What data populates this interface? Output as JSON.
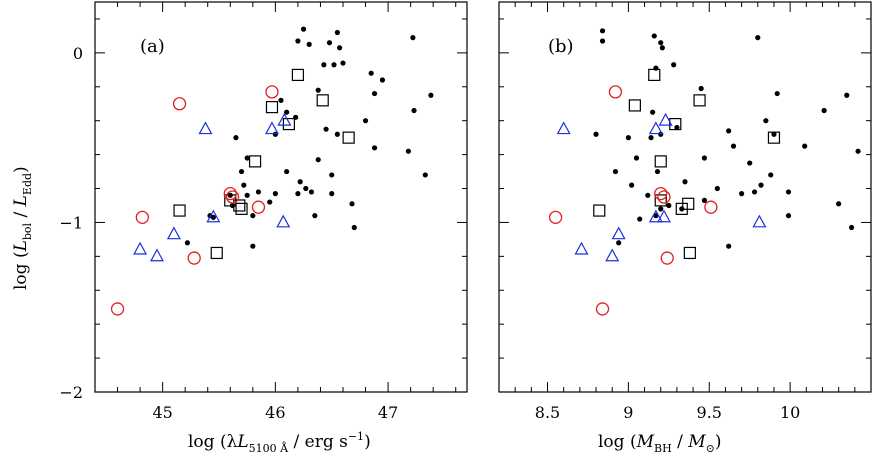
{
  "chart_data": [
    {
      "type": "scatter",
      "panel_label": "(a)",
      "xlabel": "log (λL5100 Å / erg s−1)",
      "ylabel": "log (Lbol / LEdd)",
      "xlim": [
        44.4,
        47.7
      ],
      "ylim": [
        -2.0,
        0.3
      ],
      "xticks": [
        "45",
        "46",
        "47"
      ],
      "yticks": [
        "0",
        "−1",
        "−2"
      ],
      "series": [
        {
          "marker": "dot",
          "color": "#000000",
          "points": [
            [
              46.25,
              0.14
            ],
            [
              46.55,
              0.12
            ],
            [
              46.2,
              0.07
            ],
            [
              46.3,
              0.05
            ],
            [
              46.48,
              0.06
            ],
            [
              46.57,
              0.03
            ],
            [
              47.22,
              0.09
            ],
            [
              46.43,
              -0.07
            ],
            [
              46.52,
              -0.07
            ],
            [
              46.6,
              -0.06
            ],
            [
              46.85,
              -0.12
            ],
            [
              46.95,
              -0.16
            ],
            [
              46.38,
              -0.22
            ],
            [
              46.88,
              -0.24
            ],
            [
              47.38,
              -0.25
            ],
            [
              47.23,
              -0.34
            ],
            [
              46.05,
              -0.28
            ],
            [
              46.1,
              -0.35
            ],
            [
              46.18,
              -0.38
            ],
            [
              46.8,
              -0.4
            ],
            [
              46.45,
              -0.45
            ],
            [
              46.0,
              -0.48
            ],
            [
              46.55,
              -0.48
            ],
            [
              46.88,
              -0.56
            ],
            [
              47.18,
              -0.58
            ],
            [
              45.65,
              -0.5
            ],
            [
              45.75,
              -0.62
            ],
            [
              46.38,
              -0.63
            ],
            [
              45.7,
              -0.7
            ],
            [
              46.1,
              -0.7
            ],
            [
              46.5,
              -0.72
            ],
            [
              47.33,
              -0.72
            ],
            [
              45.72,
              -0.78
            ],
            [
              46.22,
              -0.76
            ],
            [
              45.85,
              -0.82
            ],
            [
              46.27,
              -0.8
            ],
            [
              46.32,
              -0.82
            ],
            [
              45.75,
              -0.84
            ],
            [
              46.2,
              -0.83
            ],
            [
              46.5,
              -0.83
            ],
            [
              46.0,
              -0.83
            ],
            [
              45.6,
              -0.84
            ],
            [
              45.62,
              -0.9
            ],
            [
              46.68,
              -0.89
            ],
            [
              45.95,
              -0.88
            ],
            [
              45.42,
              -0.96
            ],
            [
              45.45,
              -0.97
            ],
            [
              46.35,
              -0.96
            ],
            [
              45.8,
              -0.96
            ],
            [
              46.7,
              -1.03
            ],
            [
              45.8,
              -1.14
            ],
            [
              45.22,
              -1.12
            ]
          ]
        },
        {
          "marker": "square",
          "color": "#000000",
          "points": [
            [
              46.2,
              -0.13
            ],
            [
              45.97,
              -0.32
            ],
            [
              46.42,
              -0.28
            ],
            [
              46.12,
              -0.42
            ],
            [
              46.65,
              -0.5
            ],
            [
              45.82,
              -0.64
            ],
            [
              45.15,
              -0.93
            ],
            [
              45.6,
              -0.87
            ],
            [
              45.7,
              -0.92
            ],
            [
              45.68,
              -0.9
            ],
            [
              45.48,
              -1.18
            ]
          ]
        },
        {
          "marker": "circle",
          "color": "#e02020",
          "points": [
            [
              45.97,
              -0.23
            ],
            [
              45.15,
              -0.3
            ],
            [
              45.6,
              -0.83
            ],
            [
              45.62,
              -0.85
            ],
            [
              45.85,
              -0.91
            ],
            [
              44.82,
              -0.97
            ],
            [
              45.28,
              -1.21
            ],
            [
              44.6,
              -1.51
            ]
          ]
        },
        {
          "marker": "triangle",
          "color": "#1e2ee0",
          "points": [
            [
              45.38,
              -0.45
            ],
            [
              45.97,
              -0.45
            ],
            [
              46.08,
              -0.4
            ],
            [
              45.45,
              -0.97
            ],
            [
              46.07,
              -1.0
            ],
            [
              45.1,
              -1.07
            ],
            [
              44.8,
              -1.16
            ],
            [
              44.95,
              -1.2
            ]
          ]
        }
      ]
    },
    {
      "type": "scatter",
      "panel_label": "(b)",
      "xlabel": "log (MBH / M⊙)",
      "ylabel": "",
      "xlim": [
        8.2,
        10.5
      ],
      "ylim": [
        -2.0,
        0.3
      ],
      "xticks": [
        "8.5",
        "9",
        "9.5",
        "10"
      ],
      "yticks": [],
      "series": [
        {
          "marker": "dot",
          "color": "#000000",
          "points": [
            [
              8.84,
              0.13
            ],
            [
              8.84,
              0.07
            ],
            [
              9.16,
              0.1
            ],
            [
              9.21,
              0.03
            ],
            [
              9.2,
              0.06
            ],
            [
              9.8,
              0.09
            ],
            [
              9.17,
              -0.09
            ],
            [
              9.28,
              -0.07
            ],
            [
              9.45,
              -0.21
            ],
            [
              9.92,
              -0.24
            ],
            [
              10.35,
              -0.25
            ],
            [
              10.21,
              -0.34
            ],
            [
              9.15,
              -0.35
            ],
            [
              9.3,
              -0.44
            ],
            [
              9.85,
              -0.4
            ],
            [
              9.2,
              -0.48
            ],
            [
              9.14,
              -0.5
            ],
            [
              9.62,
              -0.46
            ],
            [
              8.8,
              -0.48
            ],
            [
              9.0,
              -0.5
            ],
            [
              9.9,
              -0.48
            ],
            [
              9.65,
              -0.55
            ],
            [
              10.09,
              -0.55
            ],
            [
              10.42,
              -0.58
            ],
            [
              9.05,
              -0.62
            ],
            [
              9.47,
              -0.62
            ],
            [
              9.75,
              -0.65
            ],
            [
              9.88,
              -0.72
            ],
            [
              8.92,
              -0.7
            ],
            [
              9.18,
              -0.7
            ],
            [
              9.35,
              -0.76
            ],
            [
              9.02,
              -0.78
            ],
            [
              9.82,
              -0.78
            ],
            [
              9.78,
              -0.82
            ],
            [
              9.55,
              -0.8
            ],
            [
              9.99,
              -0.82
            ],
            [
              9.7,
              -0.83
            ],
            [
              9.12,
              -0.84
            ],
            [
              9.47,
              -0.87
            ],
            [
              9.2,
              -0.92
            ],
            [
              9.25,
              -0.9
            ],
            [
              9.33,
              -0.92
            ],
            [
              10.3,
              -0.89
            ],
            [
              9.17,
              -0.96
            ],
            [
              9.99,
              -0.96
            ],
            [
              10.38,
              -1.03
            ],
            [
              9.62,
              -1.14
            ],
            [
              9.07,
              -0.98
            ],
            [
              8.94,
              -1.12
            ]
          ]
        },
        {
          "marker": "square",
          "color": "#000000",
          "points": [
            [
              9.16,
              -0.13
            ],
            [
              9.44,
              -0.28
            ],
            [
              9.04,
              -0.31
            ],
            [
              9.29,
              -0.42
            ],
            [
              9.9,
              -0.5
            ],
            [
              9.2,
              -0.64
            ],
            [
              8.82,
              -0.93
            ],
            [
              9.2,
              -0.87
            ],
            [
              9.37,
              -0.89
            ],
            [
              9.33,
              -0.92
            ],
            [
              9.38,
              -1.18
            ]
          ]
        },
        {
          "marker": "circle",
          "color": "#e02020",
          "points": [
            [
              8.92,
              -0.23
            ],
            [
              9.2,
              -0.83
            ],
            [
              9.22,
              -0.85
            ],
            [
              9.51,
              -0.91
            ],
            [
              8.55,
              -0.97
            ],
            [
              9.24,
              -1.21
            ],
            [
              8.84,
              -1.51
            ]
          ]
        },
        {
          "marker": "triangle",
          "color": "#1e2ee0",
          "points": [
            [
              8.6,
              -0.45
            ],
            [
              9.17,
              -0.45
            ],
            [
              9.23,
              -0.4
            ],
            [
              9.17,
              -0.97
            ],
            [
              9.22,
              -0.97
            ],
            [
              9.81,
              -1.0
            ],
            [
              8.94,
              -1.07
            ],
            [
              8.71,
              -1.16
            ],
            [
              8.9,
              -1.2
            ]
          ]
        }
      ]
    }
  ]
}
